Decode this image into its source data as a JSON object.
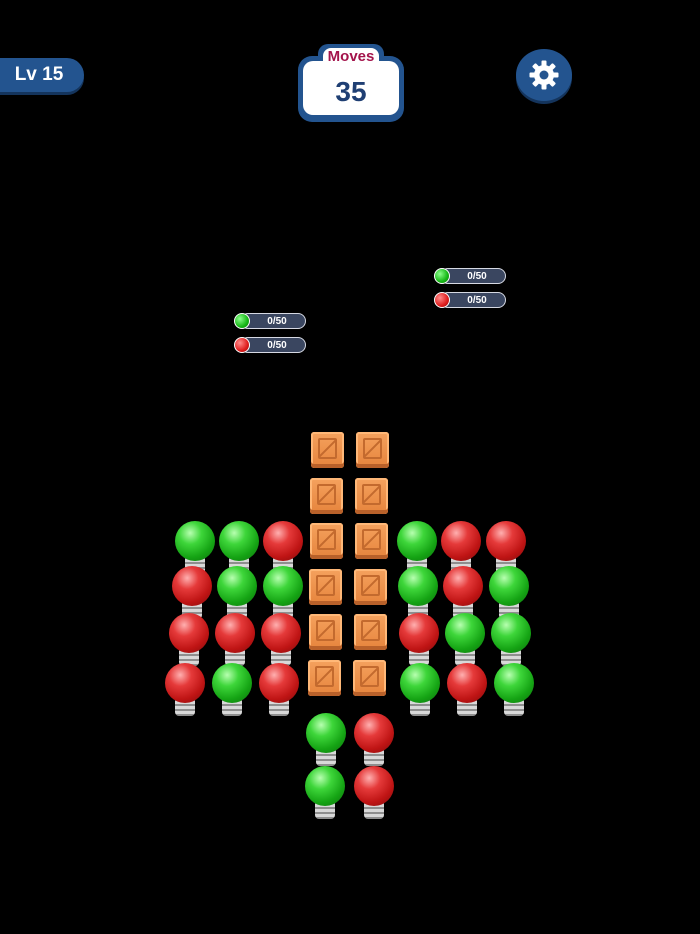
{
  "hud": {
    "level_label": "Lv 15",
    "moves_label": "Moves",
    "moves_value": "35",
    "settings_icon": "gear-icon"
  },
  "counters": [
    {
      "color": "green",
      "text": "0/50"
    },
    {
      "color": "red",
      "text": "0/50"
    },
    {
      "color": "green",
      "text": "0/50"
    },
    {
      "color": "red",
      "text": "0/50"
    }
  ],
  "colors": {
    "hud_blue": "#23548f",
    "moves_label": "#a3134b",
    "moves_value": "#1f3f73",
    "bulb_green": "#15a414",
    "bulb_red": "#bf1414",
    "crate": "#e6843c"
  },
  "board": {
    "left_bulbs": [
      [
        "green",
        "green",
        "red"
      ],
      [
        "red",
        "green",
        "green"
      ],
      [
        "red",
        "red",
        "red"
      ],
      [
        "red",
        "green",
        "red"
      ]
    ],
    "right_bulbs": [
      [
        "green",
        "red",
        "red"
      ],
      [
        "green",
        "red",
        "green"
      ],
      [
        "red",
        "green",
        "green"
      ],
      [
        "green",
        "red",
        "green"
      ]
    ],
    "bottom_bulbs": [
      [
        "green",
        "red"
      ],
      [
        "green",
        "red"
      ]
    ],
    "crate_rows": 6,
    "crate_cols": 2
  }
}
